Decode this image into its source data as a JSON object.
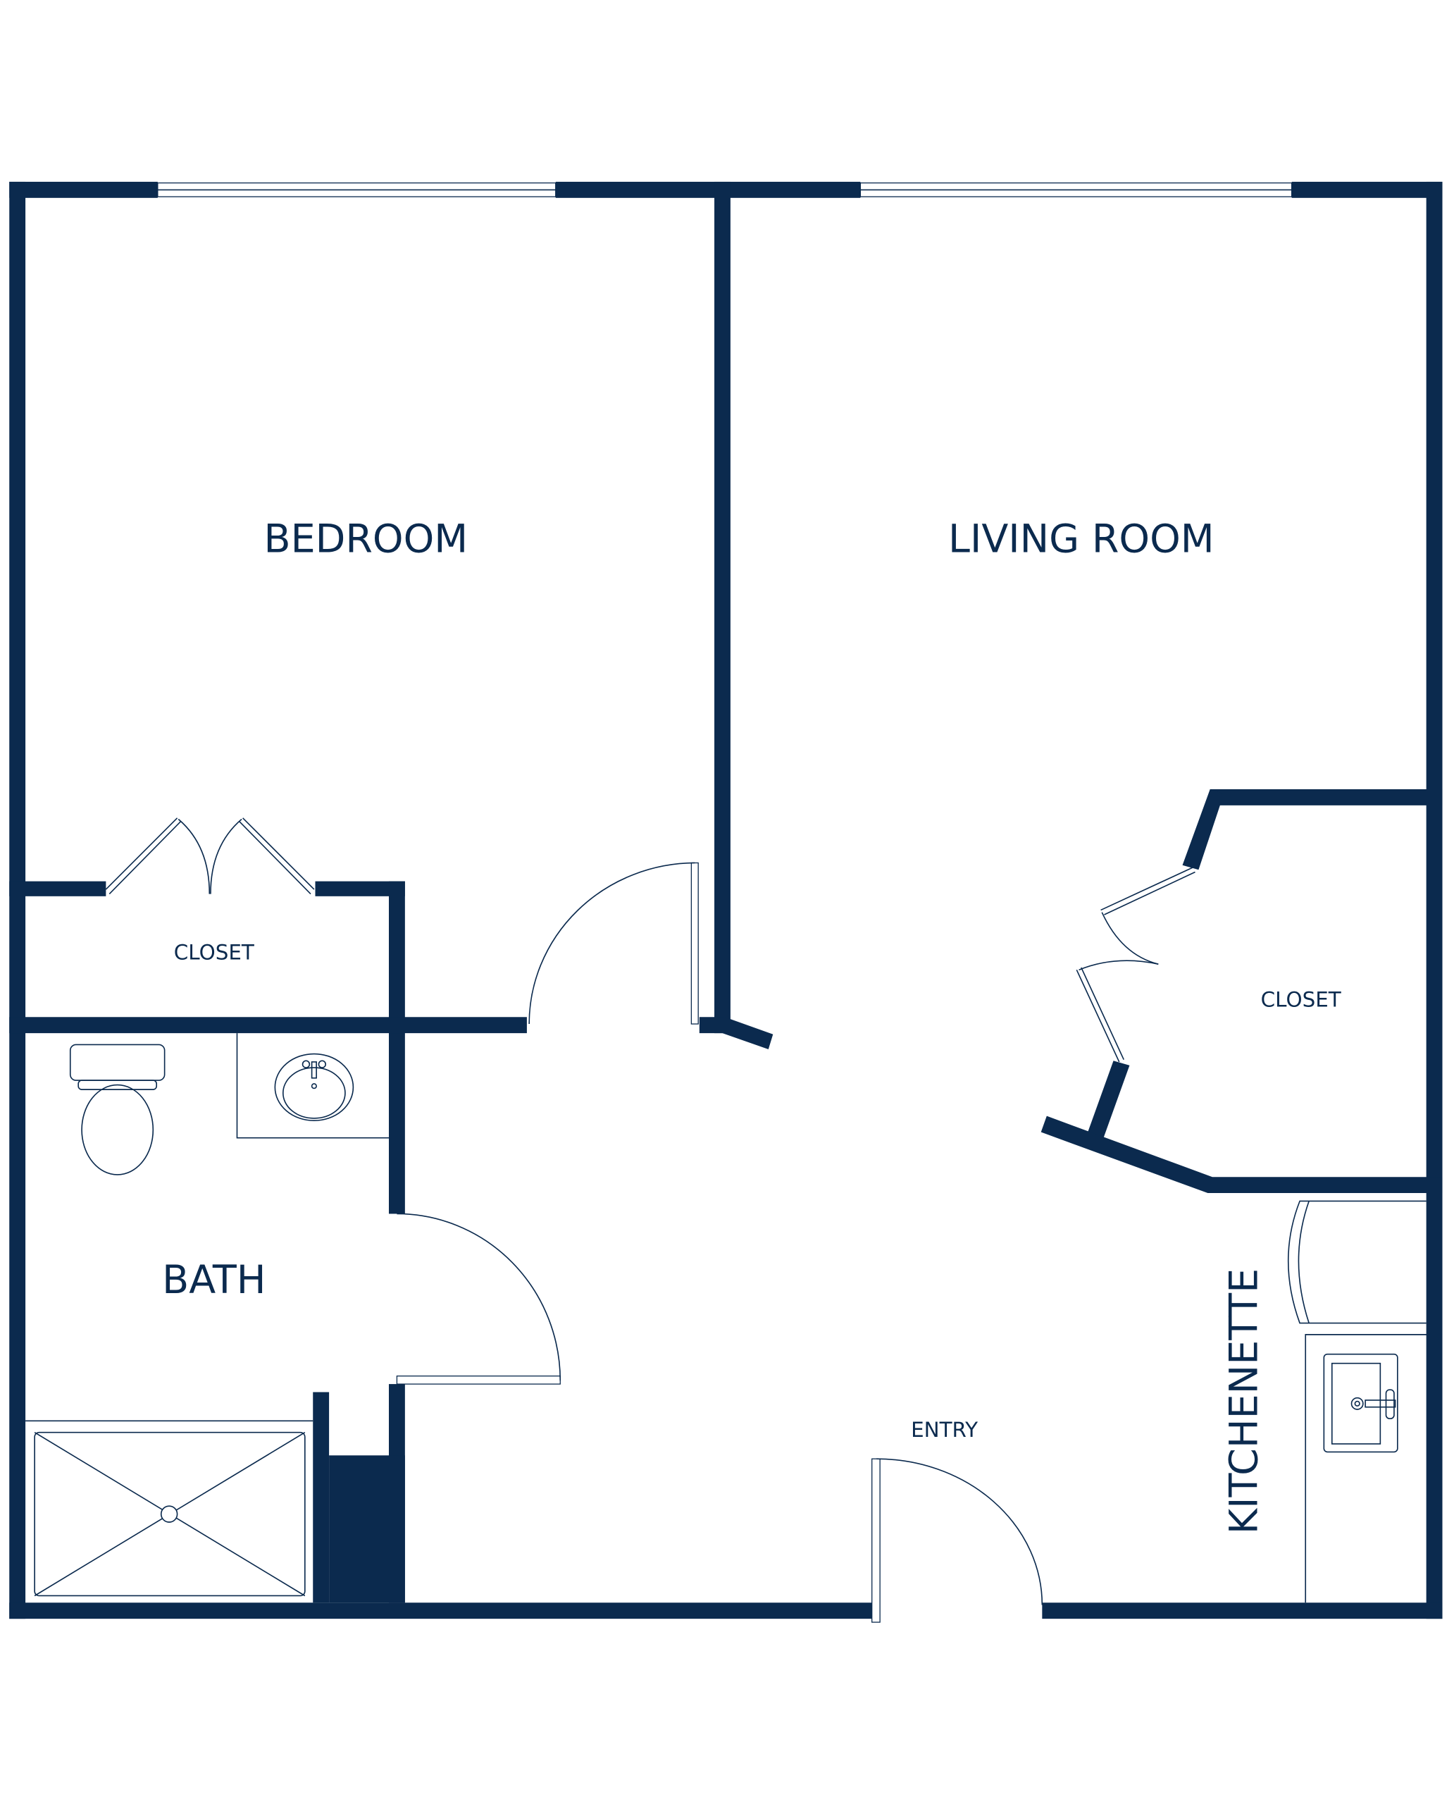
{
  "colors": {
    "wall": "#0b2a4e",
    "background": "#ffffff"
  },
  "rooms": {
    "bedroom": "BEDROOM",
    "living_room": "LIVING ROOM",
    "bedroom_closet": "CLOSET",
    "living_closet": "CLOSET",
    "bath": "BATH",
    "entry": "ENTRY",
    "kitchenette": "KITCHENETTE"
  }
}
